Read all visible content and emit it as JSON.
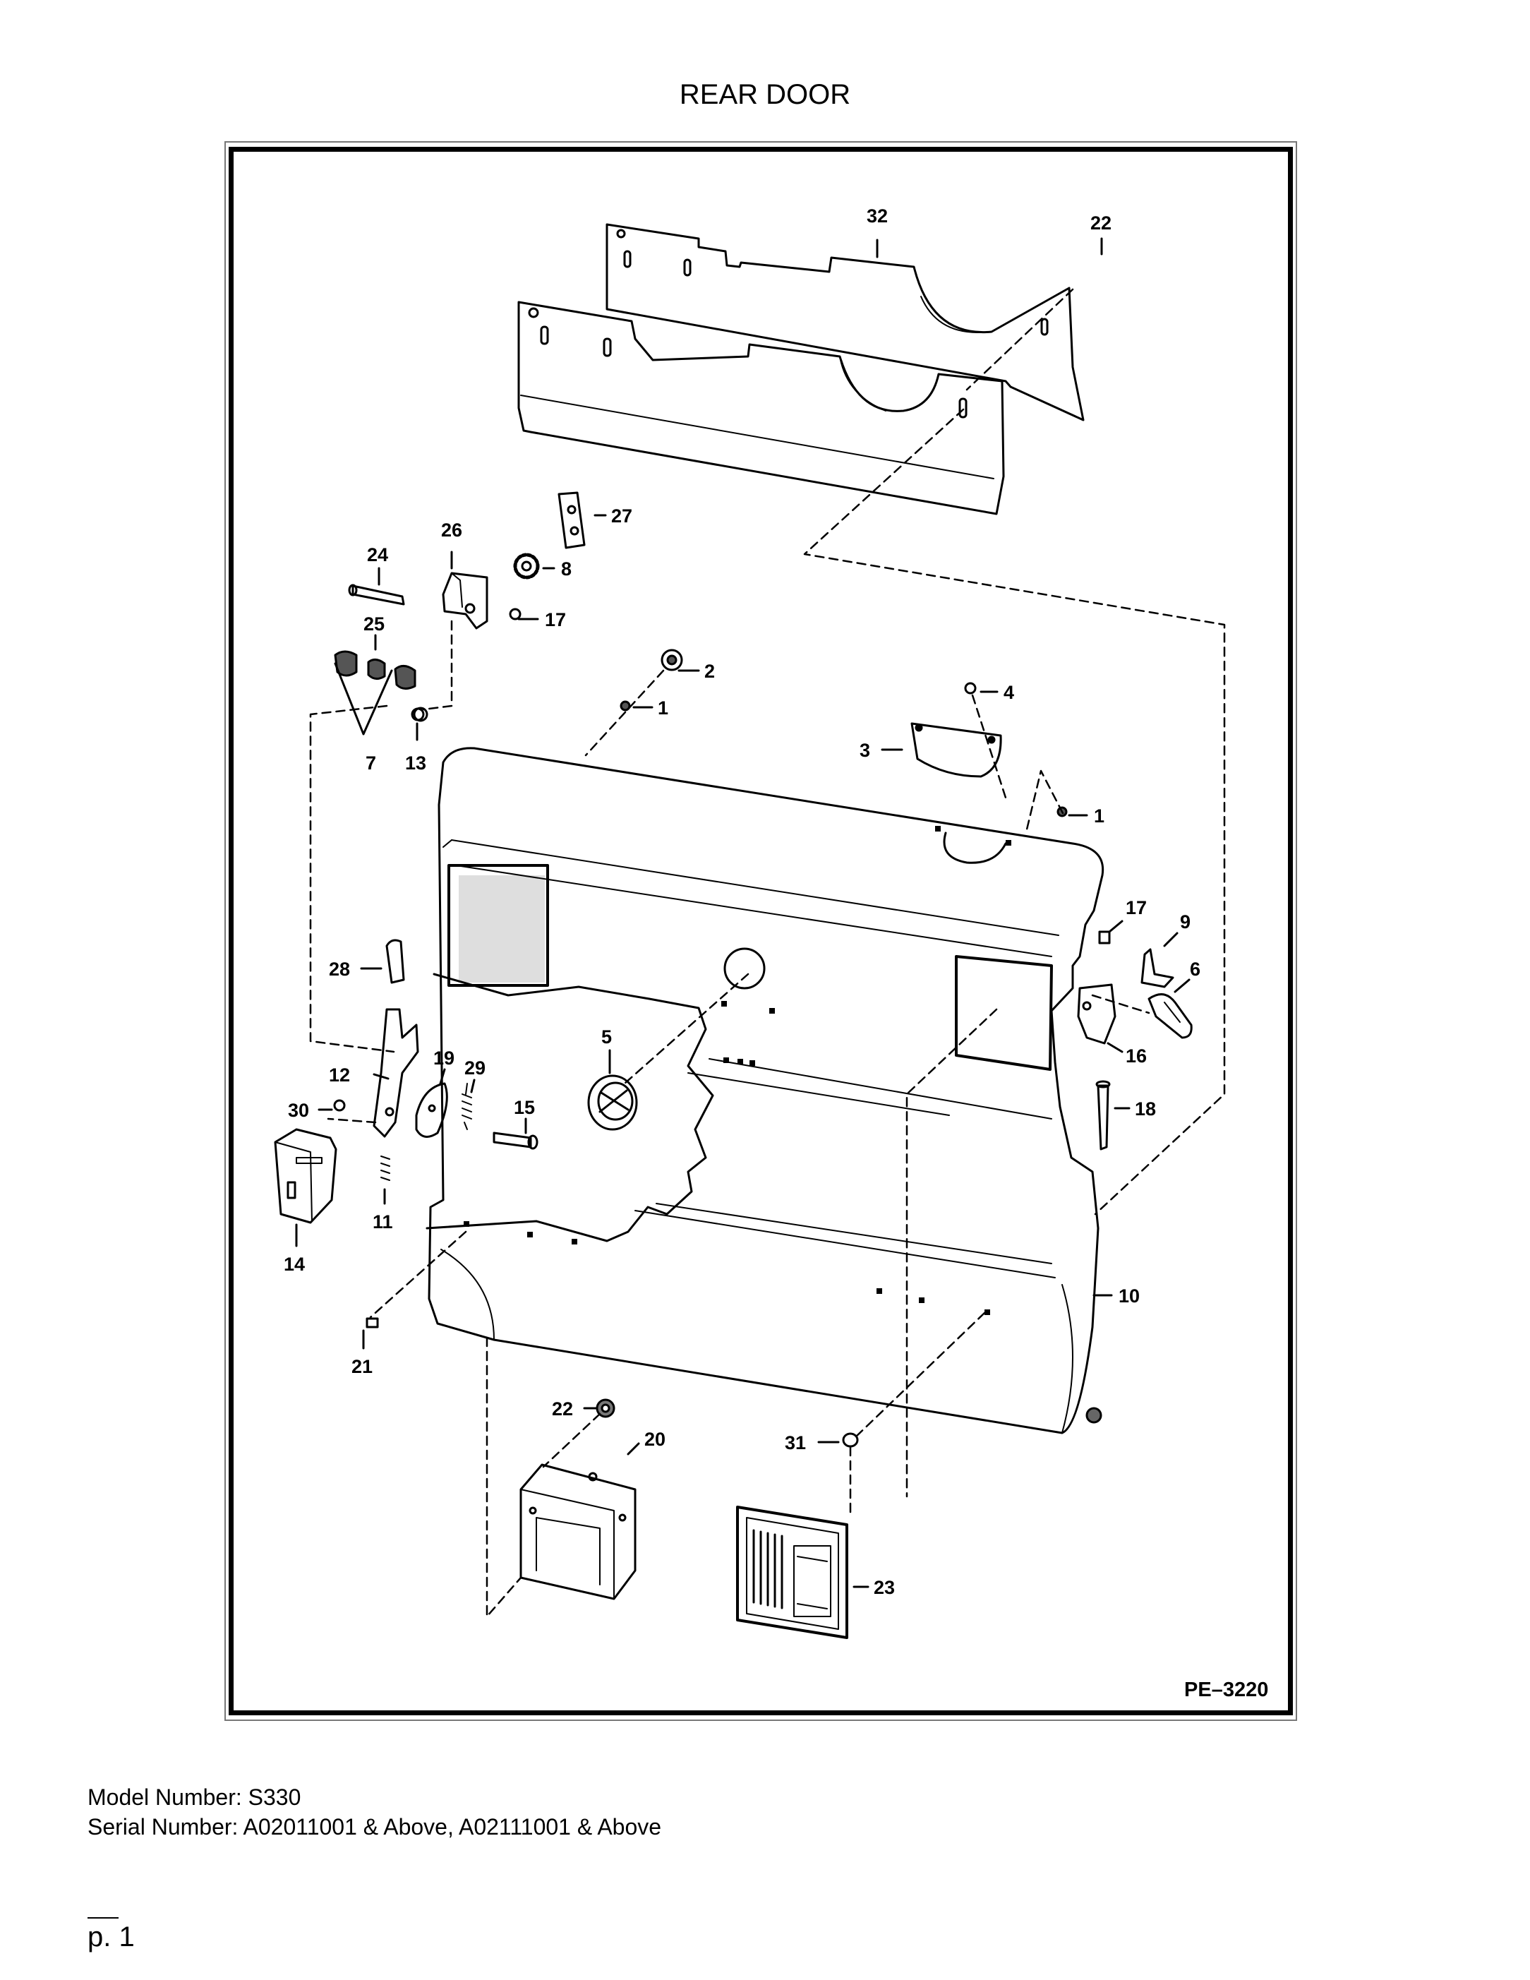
{
  "title": "REAR DOOR",
  "figure_code": "PE–3220",
  "model_line": "Model Number: S330",
  "serial_line": "Serial Number: A02011001 & Above, A02111001 & Above",
  "page_number": "p. 1",
  "callouts": {
    "c32": "32",
    "c22a": "22",
    "c27": "27",
    "c26": "26",
    "c24": "24",
    "c8": "8",
    "c17a": "17",
    "c25": "25",
    "c2": "2",
    "c1a": "1",
    "c4": "4",
    "c3": "3",
    "c1b": "1",
    "c7": "7",
    "c13": "13",
    "c17b": "17",
    "c9": "9",
    "c6": "6",
    "c28": "28",
    "c16": "16",
    "c5": "5",
    "c19": "19",
    "c29": "29",
    "c12": "12",
    "c15": "15",
    "c18": "18",
    "c30": "30",
    "c11": "11",
    "c14": "14",
    "c10": "10",
    "c21": "21",
    "c22b": "22",
    "c20": "20",
    "c31": "31",
    "c23": "23"
  }
}
